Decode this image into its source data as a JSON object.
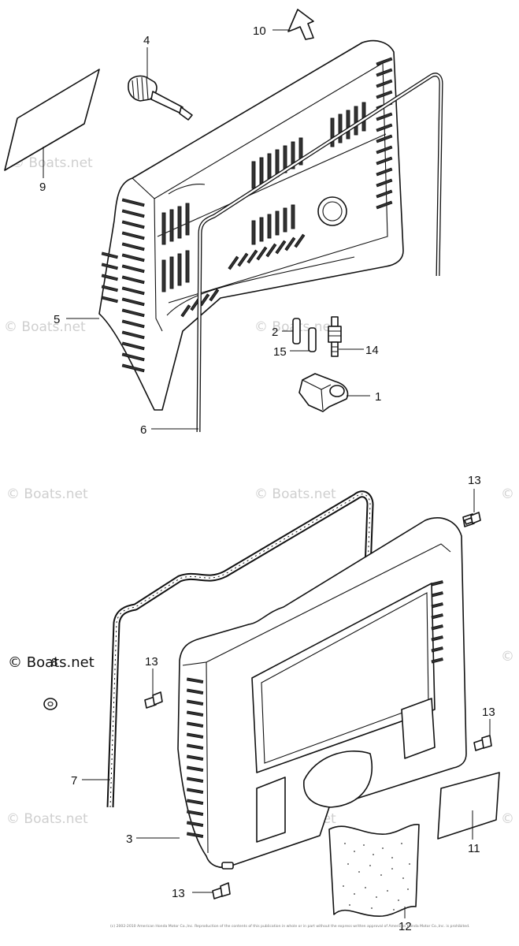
{
  "watermark": "© Boats.net",
  "copyright": "(c) 2002-2010 American Honda Motor Co.,Inc. Reproduction of the contents of this publication in whole or in part without the express written approval of American Honda Motor Co.,Inc. is prohibited.",
  "callouts": {
    "c1": "1",
    "c2": "2",
    "c3": "3",
    "c4": "4",
    "c5": "5",
    "c6": "6",
    "c7": "7",
    "c8": "8",
    "c9": "9",
    "c10": "10",
    "c11": "11",
    "c12": "12",
    "c13a": "13",
    "c13b": "13",
    "c13c": "13",
    "c13d": "13",
    "c14": "14",
    "c15": "15"
  },
  "icons": {
    "front": "arrow-icon"
  }
}
